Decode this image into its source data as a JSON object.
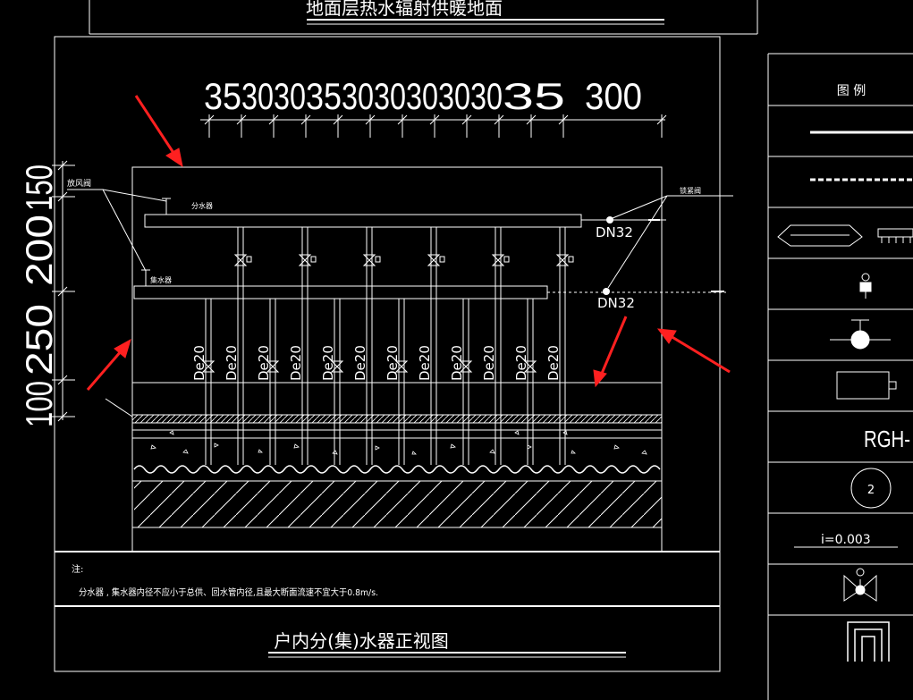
{
  "drawing": {
    "top_title": "地面层热水辐射供暖地面",
    "horizontal_dims": [
      "35",
      "30",
      "30",
      "35",
      "30",
      "30",
      "30",
      "30",
      "30",
      "35",
      "300"
    ],
    "vertical_dims": [
      "100",
      "250",
      "200",
      "150"
    ],
    "labels": {
      "vent_valve": "放风阀",
      "supply_manifold": "分水器",
      "return_manifold": "集水器",
      "lock_valve": "锁紧阀",
      "dn_supply": "DN32",
      "dn_return": "DN32",
      "pipe": "De20"
    },
    "notes": {
      "heading": "注:",
      "line1": "分水器 , 集水器内径不应小于总供、回水管内径,且最大断面流速不宜大于0.8m/s."
    },
    "bottom_title": "户内分(集)水器正视图"
  },
  "legend": {
    "title": "图 例",
    "rgh_label": "RGH-",
    "circle_number": "2",
    "slope_label": "i=0.003"
  },
  "colors": {
    "background": "#000000",
    "line": "#ffffff",
    "arrow": "#ff2020"
  }
}
